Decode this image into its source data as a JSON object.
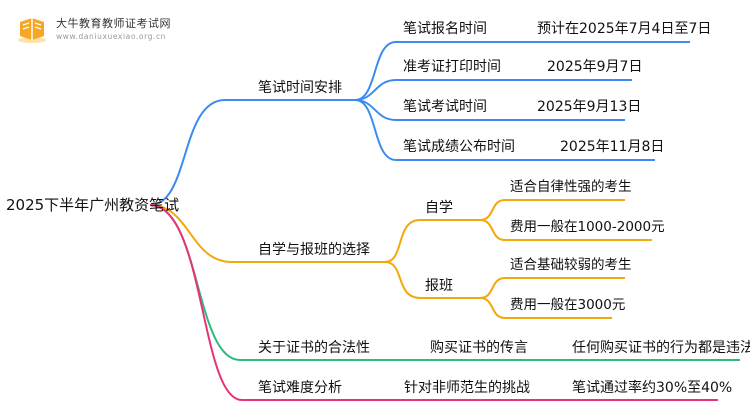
{
  "logo": {
    "title": "大牛教育教师证考试网",
    "url": "www.daniuxuexiao.org.cn"
  },
  "colors": {
    "blue": "#3d8bf2",
    "orange": "#f2a90a",
    "green": "#2dbb7c",
    "magenta": "#e6337a",
    "brand": "#f5a623"
  },
  "root": {
    "label": "2025下半年广州教资笔试"
  },
  "branches": [
    {
      "label": "笔试时间安排",
      "items": [
        {
          "label": "笔试报名时间",
          "value": "预计在2025年7月4日至7日"
        },
        {
          "label": "准考证打印时间",
          "value": "2025年9月7日"
        },
        {
          "label": "笔试考试时间",
          "value": "2025年9月13日"
        },
        {
          "label": "笔试成绩公布时间",
          "value": "2025年11月8日"
        }
      ]
    },
    {
      "label": "自学与报班的选择",
      "items": [
        {
          "label": "自学",
          "details": [
            "适合自律性强的考生",
            "费用一般在1000-2000元"
          ]
        },
        {
          "label": "报班",
          "details": [
            "适合基础较弱的考生",
            "费用一般在3000元"
          ]
        }
      ]
    },
    {
      "label": "关于证书的合法性",
      "items": [
        {
          "label": "购买证书的传言",
          "value": "任何购买证书的行为都是违法的"
        }
      ]
    },
    {
      "label": "笔试难度分析",
      "items": [
        {
          "label": "针对非师范生的挑战",
          "value": "笔试通过率约30%至40%"
        }
      ]
    }
  ]
}
